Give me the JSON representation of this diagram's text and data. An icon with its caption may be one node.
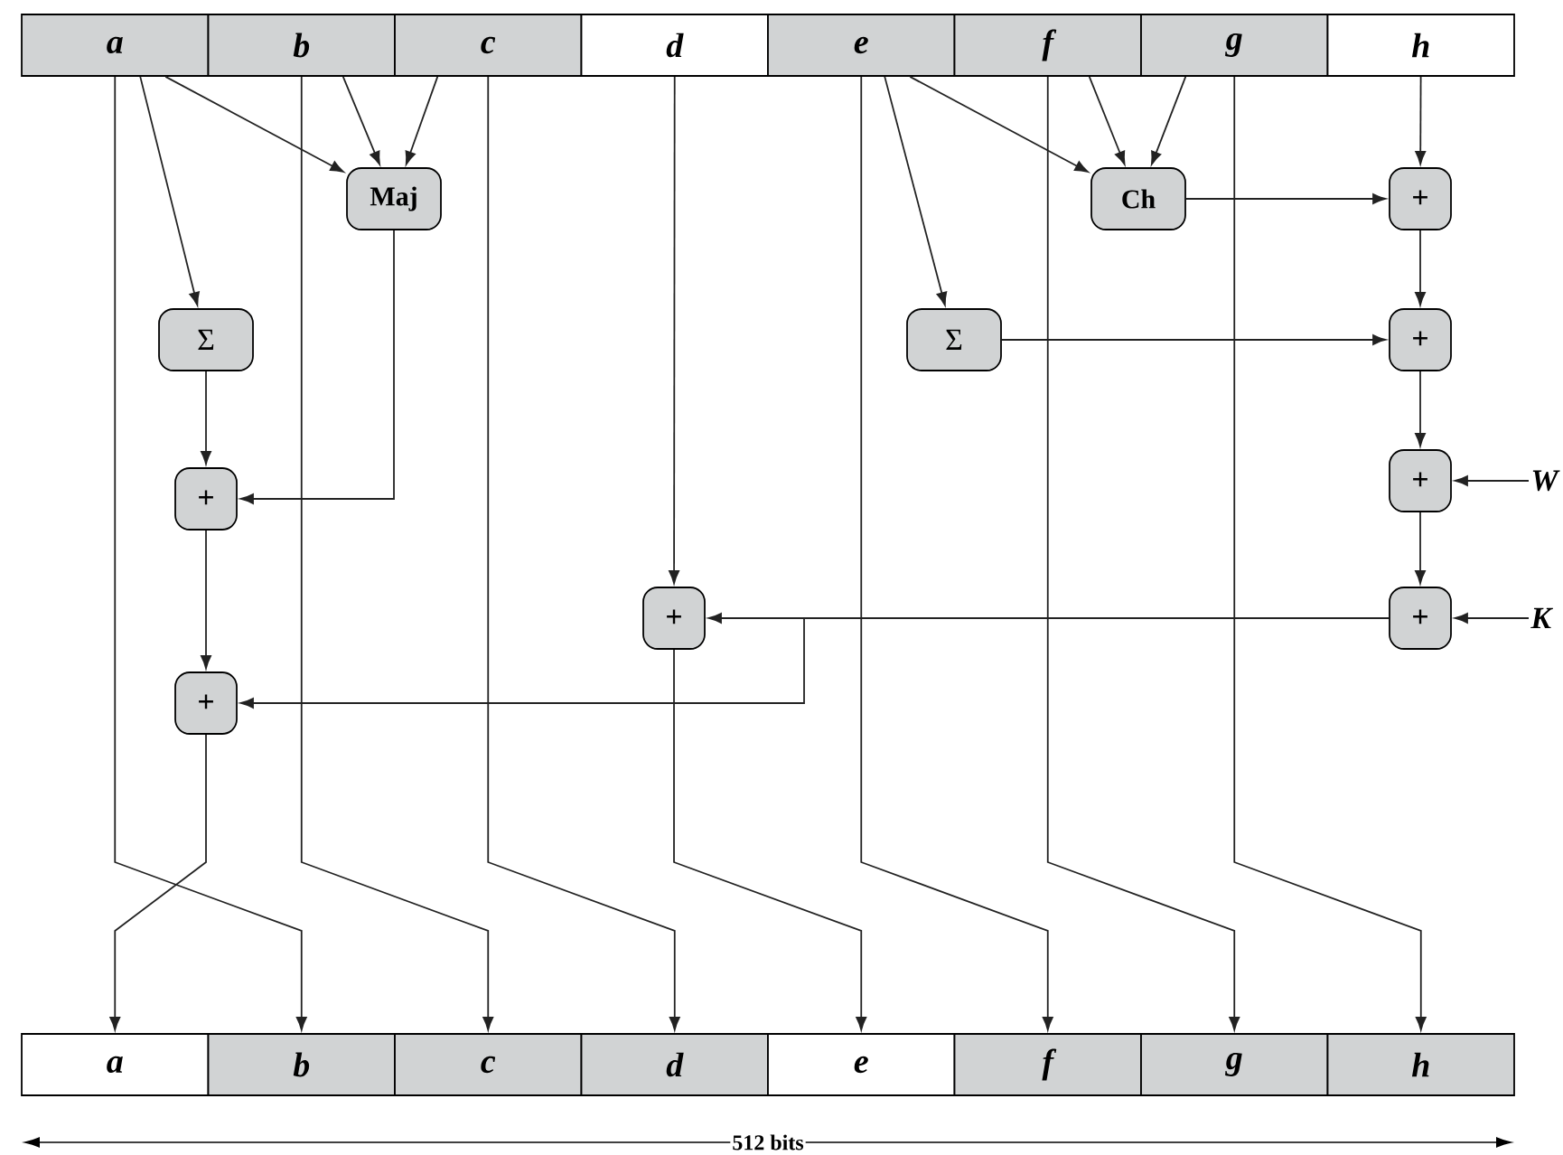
{
  "diagram": {
    "nodes": [
      {
        "text": [
          "a"
        ]
      },
      {
        "text": [
          "b"
        ]
      },
      {
        "text": [
          "c"
        ]
      },
      {
        "text": [
          "d"
        ]
      },
      {
        "text": [
          "e"
        ]
      },
      {
        "text": [
          "f"
        ]
      },
      {
        "text": [
          "g"
        ]
      },
      {
        "text": [
          "h"
        ]
      },
      {
        "text": [
          "Maj"
        ]
      },
      {
        "text": [
          "Ch"
        ]
      },
      {
        "text": [
          "+"
        ]
      },
      {
        "text": [
          "Σ"
        ]
      },
      {
        "text": [
          "Σ"
        ]
      },
      {
        "text": [
          "+"
        ]
      },
      {
        "text": [
          "+"
        ]
      },
      {
        "text": [
          "+"
        ]
      },
      {
        "text": [
          "W"
        ]
      },
      {
        "text": [
          "+"
        ]
      },
      {
        "text": [
          "+"
        ]
      },
      {
        "text": [
          "K"
        ]
      },
      {
        "text": [
          "+"
        ]
      },
      {
        "text": [
          "a"
        ]
      },
      {
        "text": [
          "b"
        ]
      },
      {
        "text": [
          "c"
        ]
      },
      {
        "text": [
          "d"
        ]
      },
      {
        "text": [
          "e"
        ]
      },
      {
        "text": [
          "f"
        ]
      },
      {
        "text": [
          "g"
        ]
      },
      {
        "text": [
          "h"
        ]
      }
    ],
    "edges": [
      {
        "from": 0,
        "to": 8,
        "arrow": "to"
      },
      {
        "from": 0,
        "to": 11,
        "arrow": "to"
      },
      {
        "from": 1,
        "to": 8,
        "arrow": "to"
      },
      {
        "from": 2,
        "to": 8,
        "arrow": "to"
      },
      {
        "from": 8,
        "to": 14,
        "arrow": "to"
      },
      {
        "from": 11,
        "to": 14,
        "arrow": "to"
      },
      {
        "from": 14,
        "to": 20,
        "arrow": "to"
      },
      {
        "from": 3,
        "to": 17,
        "arrow": "to"
      },
      {
        "from": 4,
        "to": 9,
        "arrow": "to"
      },
      {
        "from": 4,
        "to": 12,
        "arrow": "to"
      },
      {
        "from": 5,
        "to": 9,
        "arrow": "to"
      },
      {
        "from": 6,
        "to": 9,
        "arrow": "to"
      },
      {
        "from": 7,
        "to": 10,
        "arrow": "to"
      },
      {
        "from": 9,
        "to": 10,
        "arrow": "to"
      },
      {
        "from": 10,
        "to": 13,
        "arrow": "to"
      },
      {
        "from": 12,
        "to": 13,
        "arrow": "to"
      },
      {
        "from": 13,
        "to": 15,
        "arrow": "to"
      },
      {
        "from": 16,
        "to": 15,
        "arrow": "to"
      },
      {
        "from": 15,
        "to": 18,
        "arrow": "to"
      },
      {
        "from": 19,
        "to": 18,
        "arrow": "to"
      },
      {
        "from": 18,
        "to": 17,
        "arrow": "to"
      },
      {
        "from": 18,
        "to": 20,
        "arrow": "to"
      },
      {
        "from": 0,
        "to": 22,
        "arrow": "to"
      },
      {
        "from": 20,
        "to": 21,
        "arrow": "to"
      },
      {
        "from": 1,
        "to": 23,
        "arrow": "to"
      },
      {
        "from": 2,
        "to": 24,
        "arrow": "to"
      },
      {
        "from": 17,
        "to": 25,
        "arrow": "to"
      },
      {
        "from": 4,
        "to": 26,
        "arrow": "to"
      },
      {
        "from": 5,
        "to": 27,
        "arrow": "to"
      },
      {
        "from": 6,
        "to": 28,
        "arrow": "to"
      }
    ],
    "labels": [
      "512 bits"
    ]
  }
}
